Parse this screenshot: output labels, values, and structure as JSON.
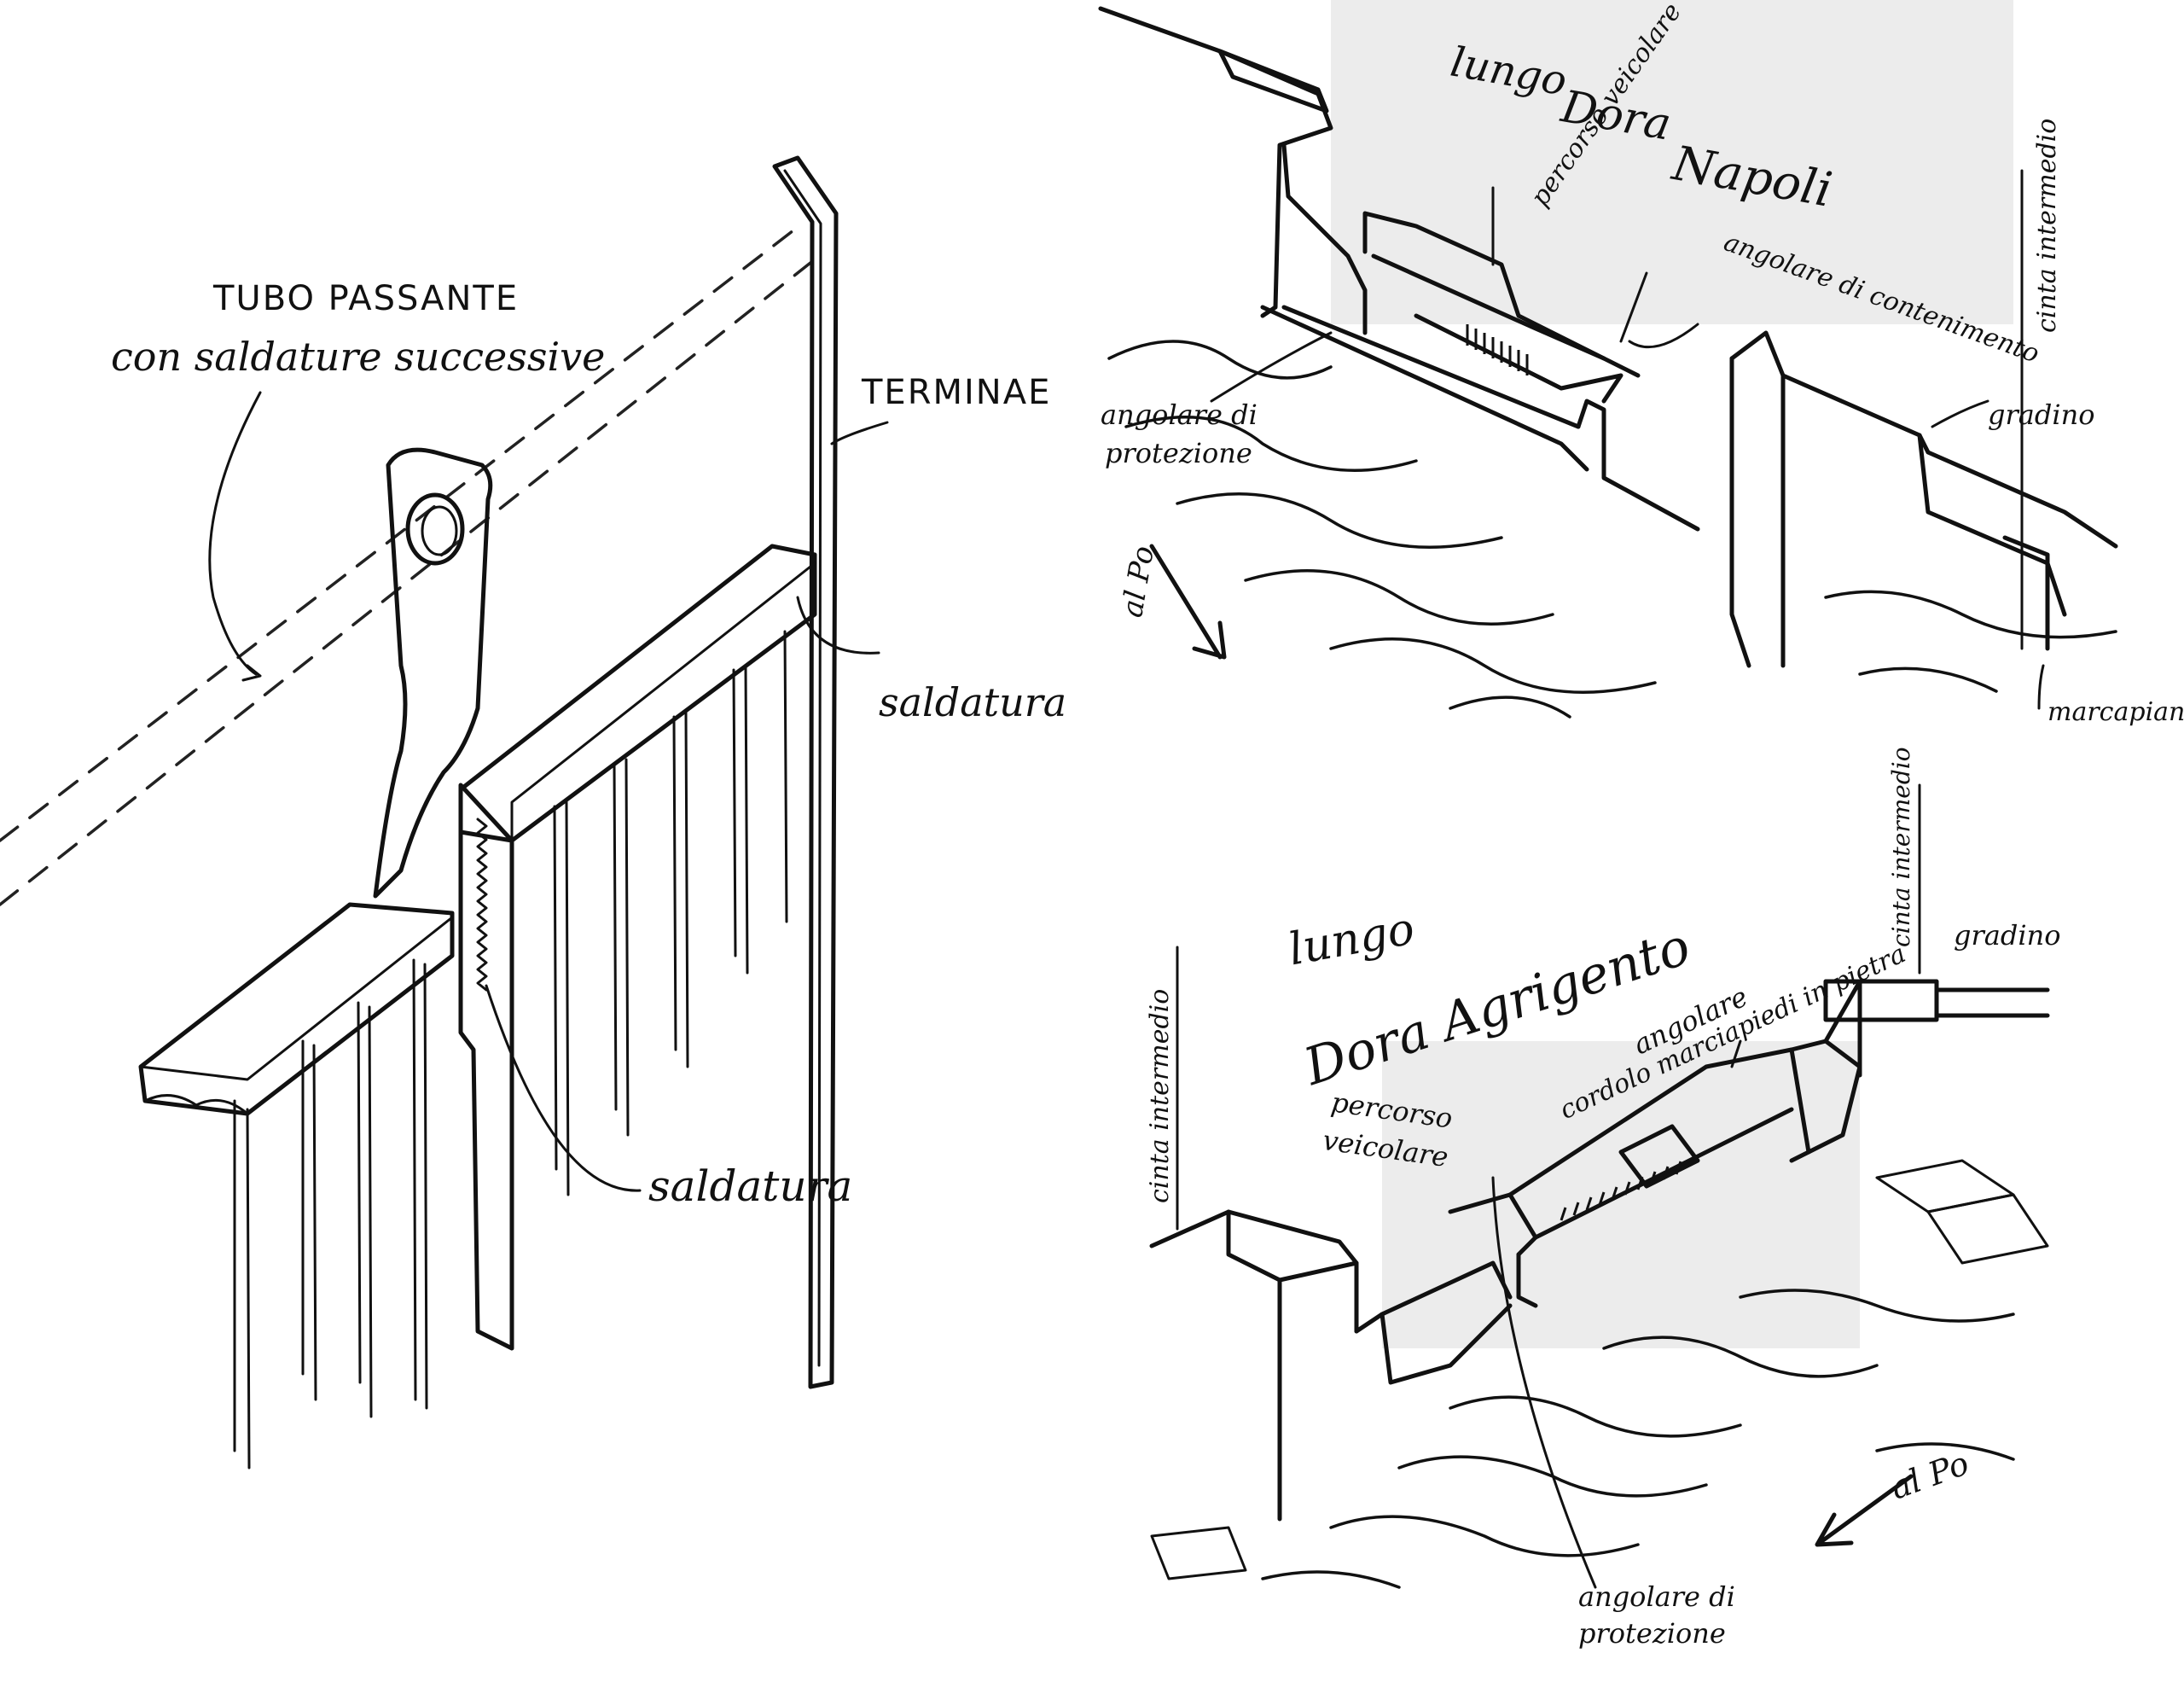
{
  "detail_sketch": {
    "tube_label_line1": "TUBO PASSANTE",
    "tube_label_line2": "con saldature successive",
    "terminal_label": "TERMINAE",
    "weld_label_upper": "saldatura",
    "weld_label_lower": "saldatura"
  },
  "sketch_lungo_dora_napoli": {
    "title_line1": "lungo",
    "title_line2": "Dora",
    "title_line3": "Napoli",
    "vehicular_path": "percorso veicolare",
    "containment_angle": "angolare di contenimento",
    "protection_angle_line1": "angolare di",
    "protection_angle_line2": "protezione",
    "internal_wall": "cinta intermedio",
    "step": "gradino",
    "stringcourse": "marcapiano",
    "direction": "al Po"
  },
  "sketch_lungo_dora_agrigento": {
    "title_line1": "lungo",
    "title_line2": "Dora Agrigento",
    "sidewalk_curb": "cordolo marciapiedi in pietra",
    "angle": "angolare",
    "vehicular_path_line1": "percorso",
    "vehicular_path_line2": "veicolare",
    "internal_wall_left": "cinta intermedio",
    "internal_wall_right": "cinta intermedio",
    "step": "gradino",
    "protection_angle_line1": "angolare di",
    "protection_angle_line2": "protezione",
    "direction": "al Po"
  }
}
